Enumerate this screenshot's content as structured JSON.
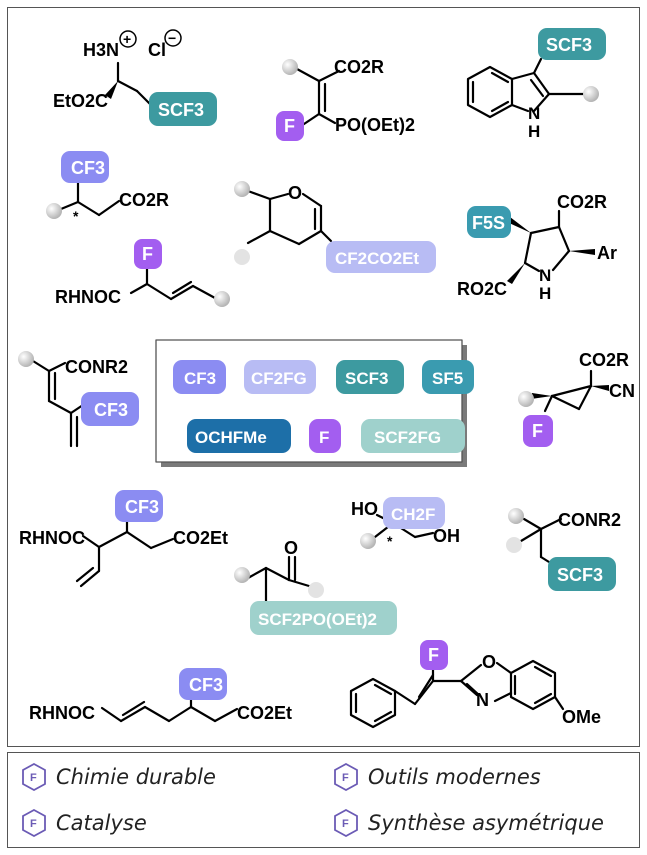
{
  "colors": {
    "cf3": "#8b8cf2",
    "cf2fg": "#b8bcf4",
    "scf3": "#3d9aa0",
    "sf5": "#3a9bb0",
    "ochfme": "#1d6fa8",
    "f": "#a35ef0",
    "scf2fg": "#9fd1cc",
    "handle": "#d0d0d0"
  },
  "tags": {
    "scf3": "SCF3",
    "cf3": "CF3",
    "f": "F",
    "cf2co2et": "CF2CO2Et",
    "f5s": "F5S",
    "ch2f": "CH2F",
    "scf2po": "SCF2PO(OEt)2"
  },
  "labels": {
    "h3n": "H3N",
    "plus": "+",
    "cl": "Cl",
    "minus": "−",
    "eto2c": "EtO2C",
    "co2r": "CO2R",
    "poet": "PO(OEt)2",
    "nh": "N",
    "h": "H",
    "o": "O",
    "rhnoc": "RHNOC",
    "ar": "Ar",
    "ro2c": "RO2C",
    "conr2": "CONR2",
    "cn": "CN",
    "co2et": "CO2Et",
    "ho": "HO",
    "oh": "OH",
    "star": "*",
    "n": "N",
    "ome": "OMe"
  },
  "legend_box": {
    "cf3": "CF3",
    "cf2fg": "CF2FG",
    "scf3": "SCF3",
    "sf5": "SF5",
    "ochfme": "OCHFMe",
    "f": "F",
    "scf2fg": "SCF2FG"
  },
  "legend": [
    {
      "icon": "fluorine-badge-icon",
      "label": "Chimie durable"
    },
    {
      "icon": "fluorine-badge-icon",
      "label": "Outils modernes"
    },
    {
      "icon": "fluorine-badge-icon",
      "label": "Catalyse"
    },
    {
      "icon": "fluorine-badge-icon",
      "label": "Synthèse asymétrique"
    }
  ]
}
